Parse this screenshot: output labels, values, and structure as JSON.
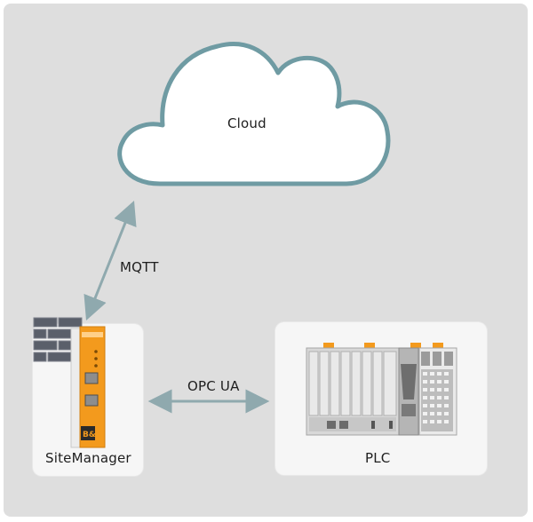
{
  "cloud": {
    "label": "Cloud"
  },
  "links": {
    "cloud_sitemanager": {
      "protocol": "MQTT"
    },
    "sitemanager_plc": {
      "protocol": "OPC UA"
    }
  },
  "nodes": {
    "sitemanager": {
      "label": "SiteManager",
      "device_brand": "B&R",
      "accent_color": "#f39a1d"
    },
    "plc": {
      "label": "PLC"
    }
  },
  "colors": {
    "background": "#dedede",
    "cloud_stroke": "#6f9ba3",
    "arrow": "#8fa9ae",
    "card": "#f6f6f6",
    "accent": "#f39a1d"
  }
}
